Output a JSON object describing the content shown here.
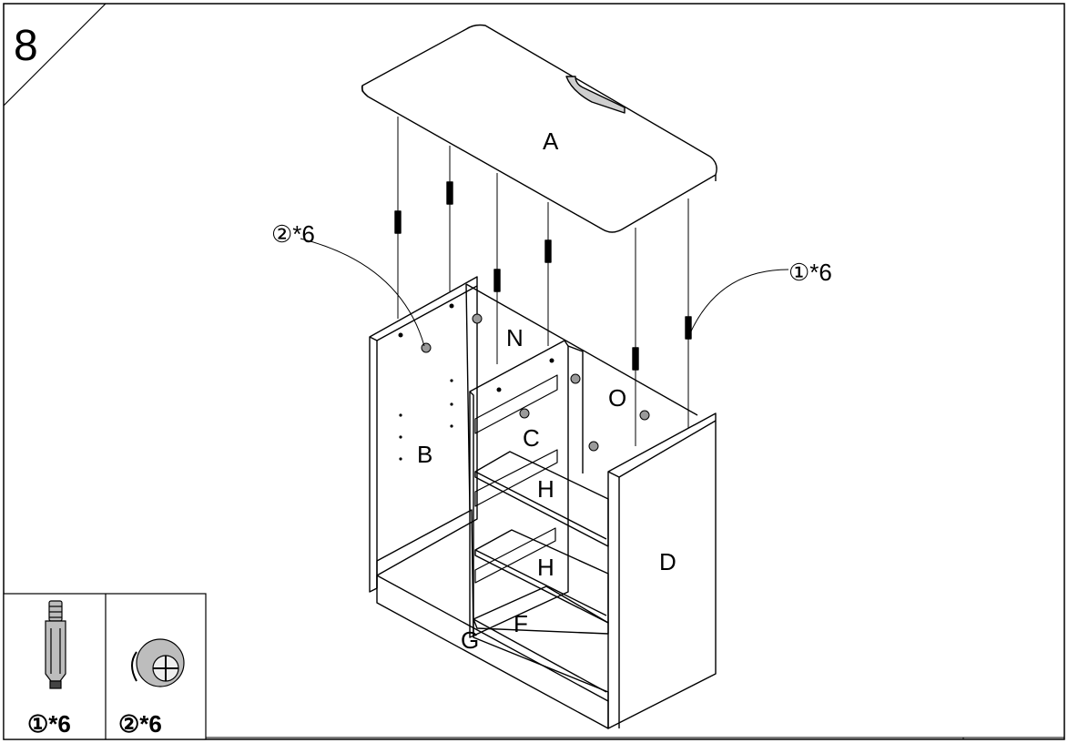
{
  "step": {
    "number": "8",
    "panel_labels": [
      "A",
      "B",
      "C",
      "D",
      "F",
      "G",
      "H",
      "H",
      "N",
      "O"
    ],
    "callouts": {
      "cam_lock": "②*6",
      "cam_bolt": "①*6"
    }
  },
  "parts_legend": [
    {
      "icon": "cam-bolt-icon",
      "label": "①*6"
    },
    {
      "icon": "cam-lock-icon",
      "label": "②*6"
    }
  ]
}
